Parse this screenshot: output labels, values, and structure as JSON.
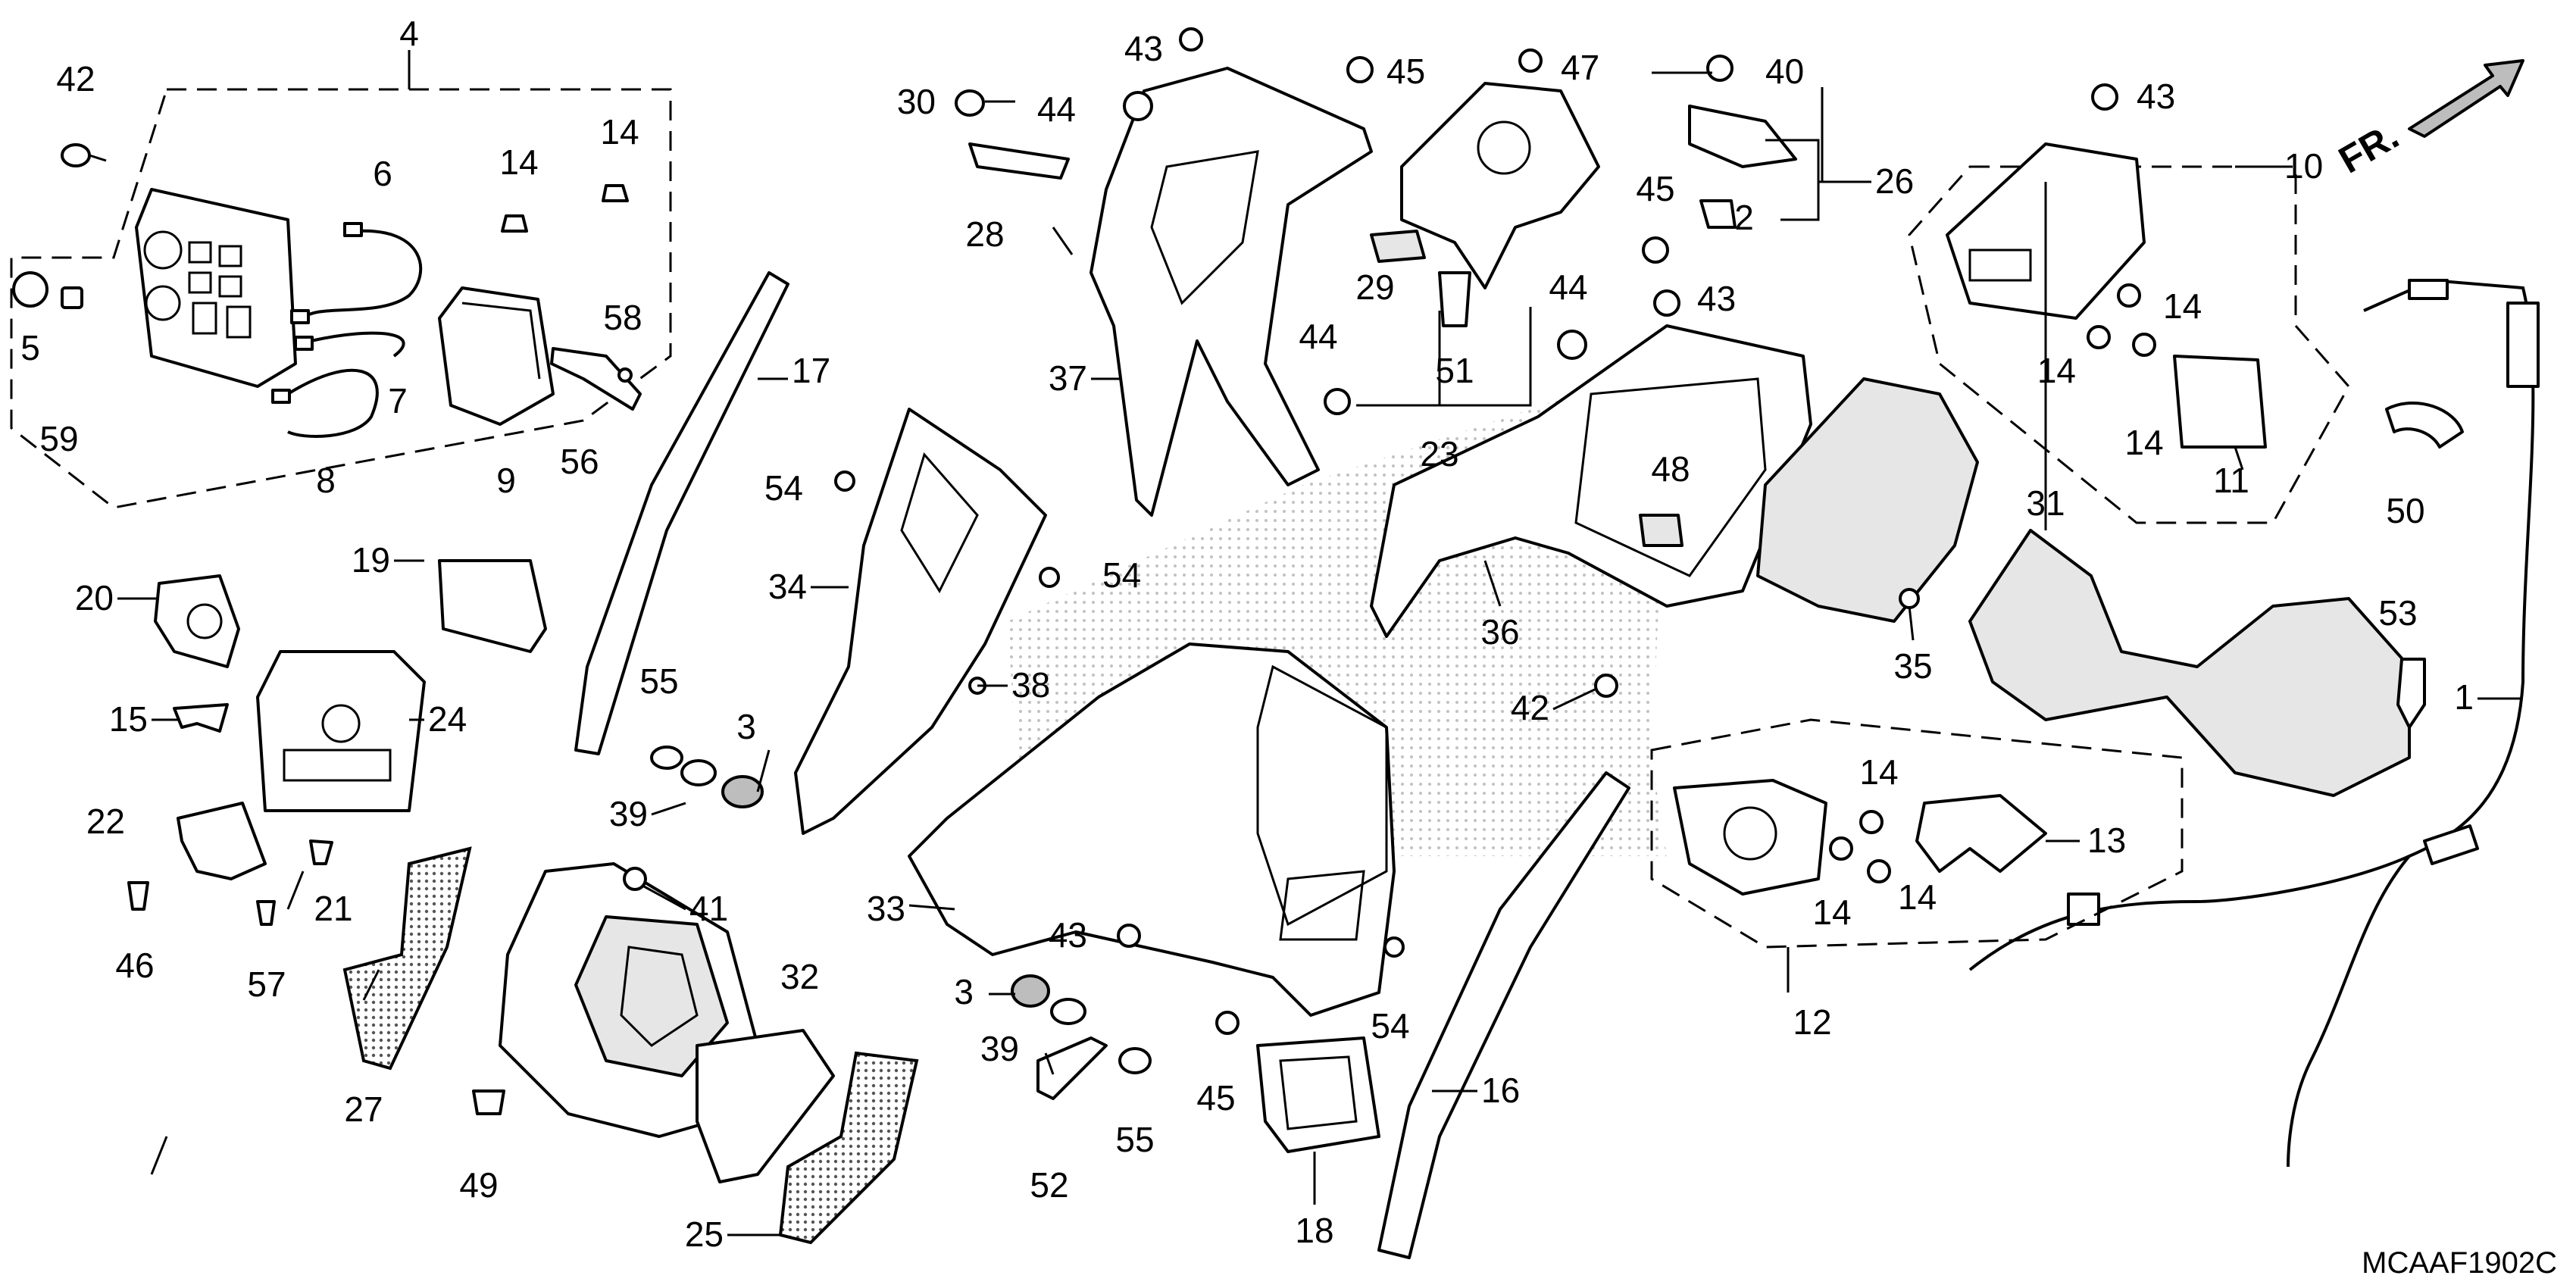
{
  "diagram_code": "MCAAF1902C",
  "front_marker": "FR.",
  "callouts": {
    "c1": "1",
    "c2": "2",
    "c3a": "3",
    "c3b": "3",
    "c4": "4",
    "c5": "5",
    "c6": "6",
    "c7": "7",
    "c8": "8",
    "c9": "9",
    "c10": "10",
    "c11": "11",
    "c12": "12",
    "c13": "13",
    "c14a": "14",
    "c14b": "14",
    "c14c": "14",
    "c14d": "14",
    "c14e": "14",
    "c14f": "14",
    "c14g": "14",
    "c14h": "14",
    "c15": "15",
    "c16": "16",
    "c17": "17",
    "c18": "18",
    "c19": "19",
    "c20": "20",
    "c21": "21",
    "c22": "22",
    "c23": "23",
    "c24": "24",
    "c25": "25",
    "c26": "26",
    "c27": "27",
    "c28": "28",
    "c29": "29",
    "c30": "30",
    "c31": "31",
    "c32": "32",
    "c33": "33",
    "c34": "34",
    "c35": "35",
    "c36": "36",
    "c37": "37",
    "c38": "38",
    "c39a": "39",
    "c39b": "39",
    "c40": "40",
    "c41": "41",
    "c42a": "42",
    "c42b": "42",
    "c43a": "43",
    "c43b": "43",
    "c43c": "43",
    "c43d": "43",
    "c44a": "44",
    "c44b": "44",
    "c44c": "44",
    "c45a": "45",
    "c45b": "45",
    "c45c": "45",
    "c46": "46",
    "c47": "47",
    "c48": "48",
    "c49": "49",
    "c50": "50",
    "c51": "51",
    "c52": "52",
    "c53": "53",
    "c54a": "54",
    "c54b": "54",
    "c54c": "54",
    "c55a": "55",
    "c55b": "55",
    "c56": "56",
    "c57": "57",
    "c58": "58",
    "c59": "59"
  }
}
